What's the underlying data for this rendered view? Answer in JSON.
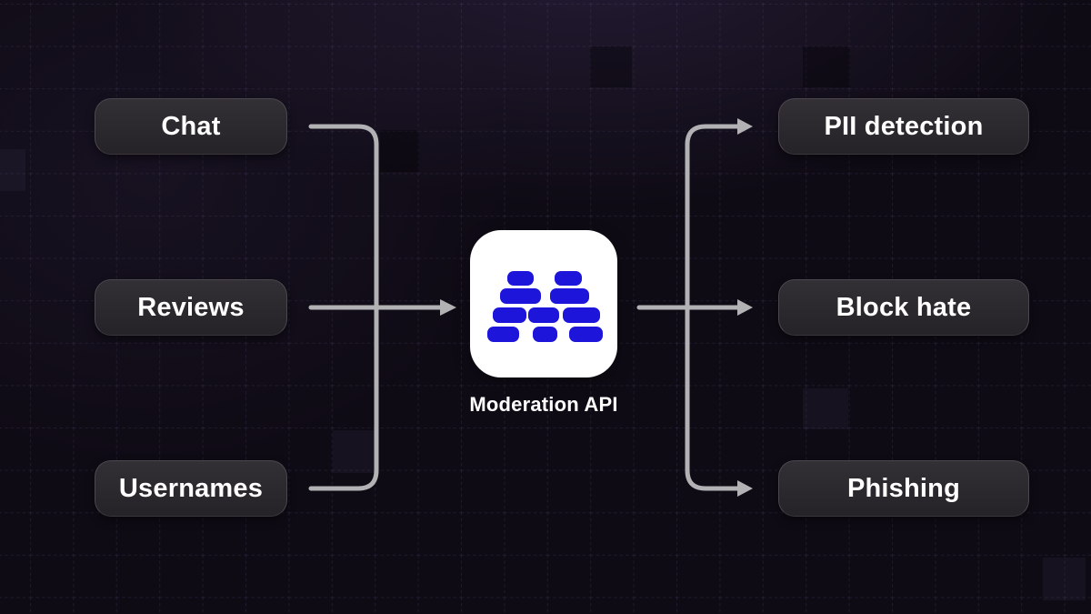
{
  "diagram": {
    "title": "Moderation API flow diagram",
    "inputs": [
      {
        "label": "Chat"
      },
      {
        "label": "Reviews"
      },
      {
        "label": "Usernames"
      }
    ],
    "outputs": [
      {
        "label": "PII detection"
      },
      {
        "label": "Block hate"
      },
      {
        "label": "Phishing"
      }
    ],
    "center": {
      "label": "Moderation API",
      "icon": "moderation-api-bricks-icon"
    },
    "colors": {
      "background": "#0f0b15",
      "grid_line": "#8873b8",
      "connector": "#b2b2b4",
      "node_text": "#ffffff",
      "icon_background": "#ffffff",
      "brick_blue": "#1d15d9"
    }
  }
}
